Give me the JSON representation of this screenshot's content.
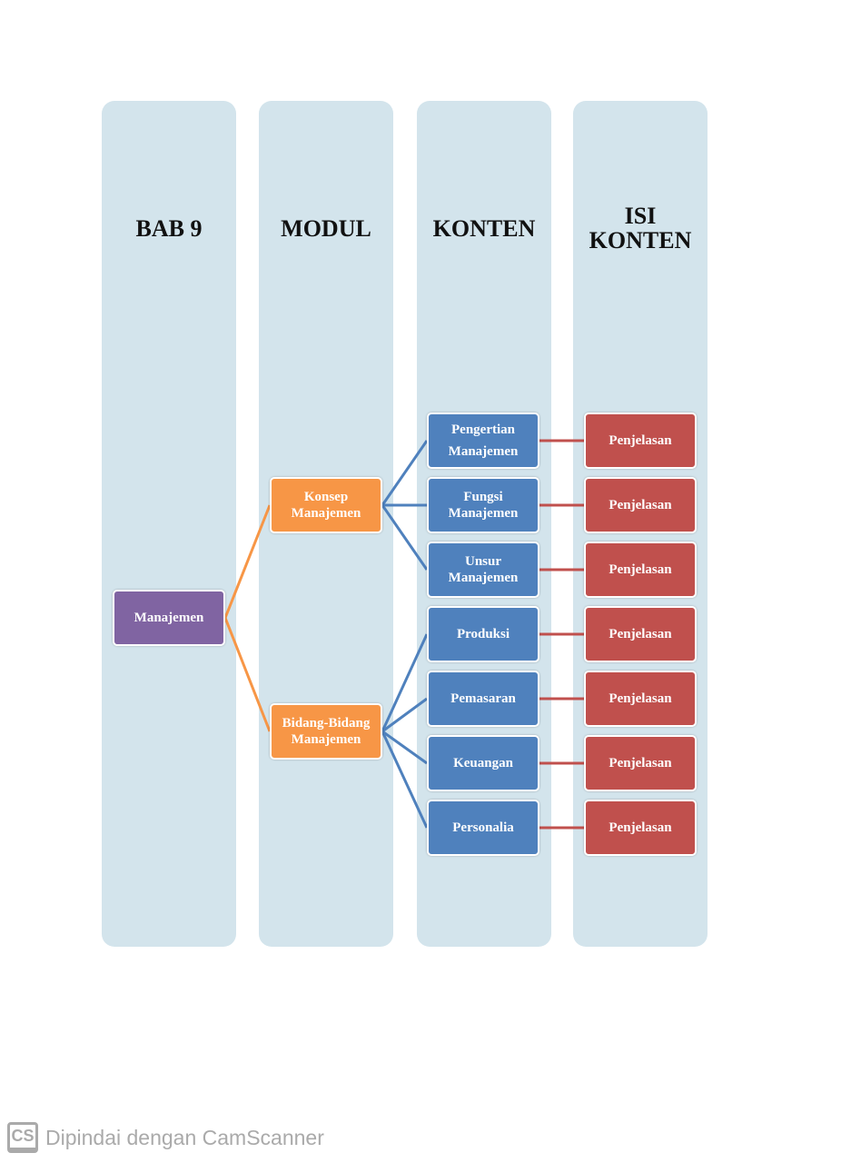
{
  "headers": [
    "BAB 9",
    "MODUL",
    "KONTEN",
    "ISI KONTEN"
  ],
  "root": "Manajemen",
  "modules": [
    "Konsep Manajemen",
    "Bidang-Bidang Manajemen"
  ],
  "contents": [
    "Pengertian Manajemen",
    "Fungsi Manajemen",
    "Unsur Manajemen",
    "Produksi",
    "Pemasaran",
    "Keuangan",
    "Personalia"
  ],
  "details": [
    "Penjelasan",
    "Penjelasan",
    "Penjelasan",
    "Penjelasan",
    "Penjelasan",
    "Penjelasan",
    "Penjelasan"
  ],
  "footer": {
    "logo": "CS",
    "text": "Dipindai dengan CamScanner"
  },
  "colors": {
    "column": "#d3e4ec",
    "root": "#8064a2",
    "module": "#f79646",
    "content": "#4f81bd",
    "detail": "#c0504d"
  }
}
